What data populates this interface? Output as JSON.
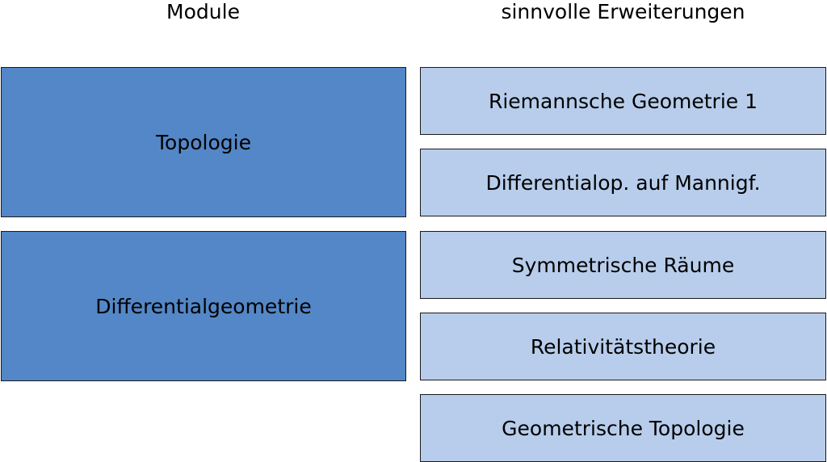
{
  "headings": {
    "modules": "Module",
    "extensions": "sinnvolle Erweiterungen"
  },
  "modules": [
    {
      "label": "Topologie"
    },
    {
      "label": "Differentialgeometrie"
    }
  ],
  "extensions": [
    {
      "label": "Riemannsche Geometrie 1"
    },
    {
      "label": "Differentialop. auf Mannigf."
    },
    {
      "label": "Symmetrische Räume"
    },
    {
      "label": "Relativitätstheorie"
    },
    {
      "label": "Geometrische Topologie"
    }
  ],
  "colors": {
    "module_fill": "#5387c7",
    "extension_fill": "#b7cdeb",
    "border": "#1a1a1a"
  }
}
